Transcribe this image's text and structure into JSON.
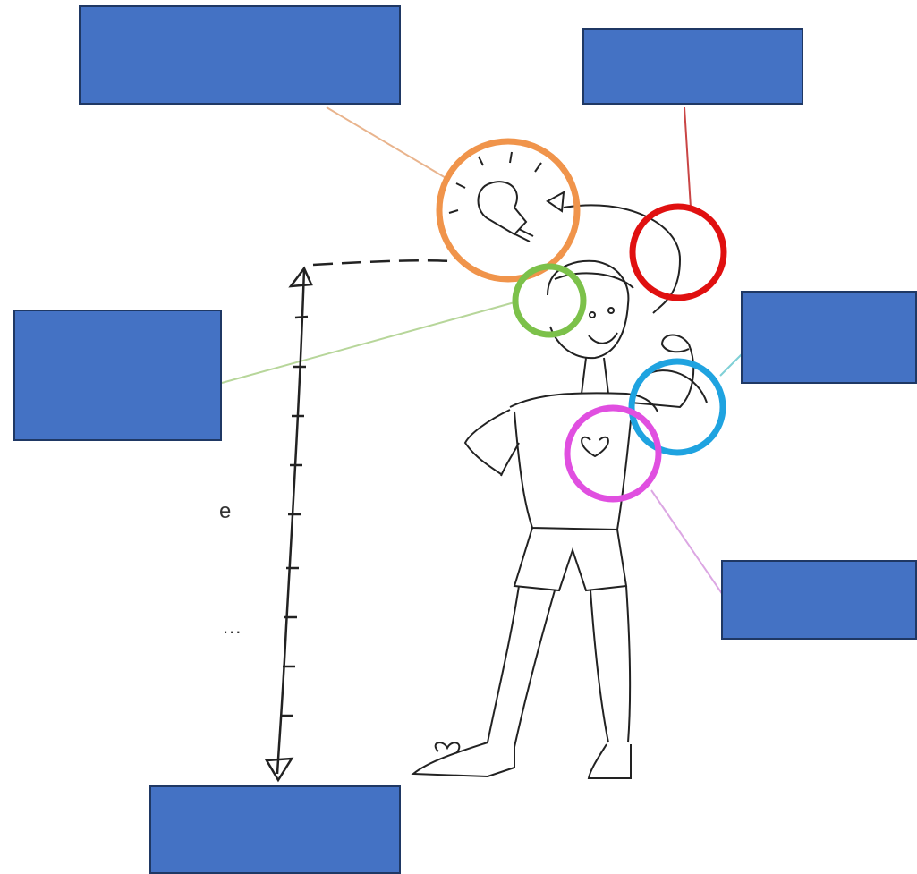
{
  "diagram": {
    "label_boxes": [
      {
        "id": "lightbulb",
        "text": ""
      },
      {
        "id": "red-target",
        "text": ""
      },
      {
        "id": "green-head",
        "text": ""
      },
      {
        "id": "blue-arm",
        "text": ""
      },
      {
        "id": "pink-heart",
        "text": ""
      },
      {
        "id": "bottom-ladder",
        "text": ""
      }
    ],
    "fragments": {
      "letter_e": "e",
      "ellipsis": "..."
    },
    "colors": {
      "box_fill": "#4472c4",
      "box_border": "#1f3864",
      "orange": "#f0944b",
      "red": "#e01010",
      "green": "#7cc14a",
      "blue": "#1fa3e0",
      "pink": "#e04fe0",
      "sketch": "#222222"
    }
  }
}
